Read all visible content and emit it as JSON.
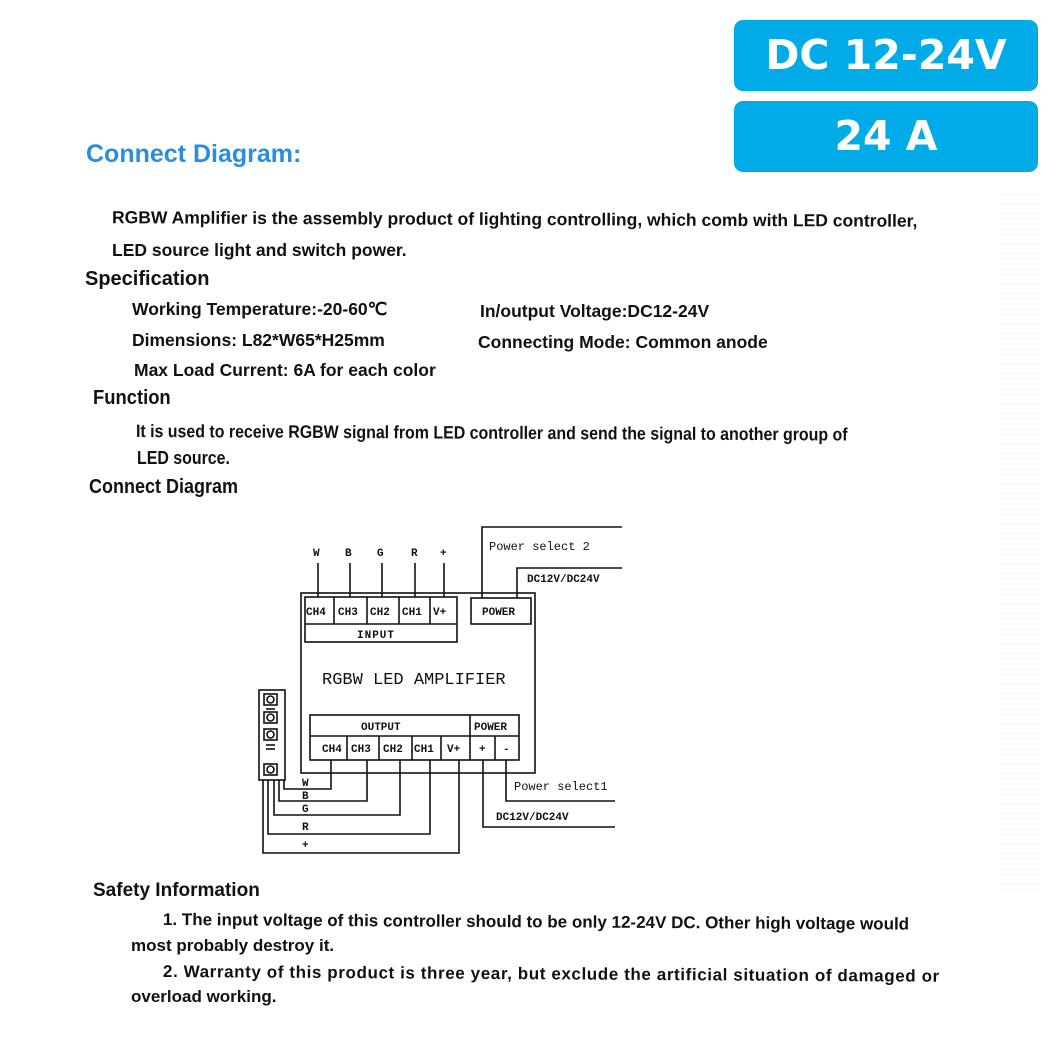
{
  "badges": {
    "voltage": "DC 12-24V",
    "current": "24 A",
    "color": "#00abe8"
  },
  "header": {
    "title": "Connect Diagram:",
    "title_color": "#2a8ee0"
  },
  "intro": {
    "line1": "RGBW Amplifier is the assembly product of lighting controlling, which comb with LED controller,",
    "line2": "LED source light and switch power."
  },
  "specification": {
    "heading": "Specification",
    "working_temperature": "Working Temperature:-20-60℃",
    "dimensions": "Dimensions: L82*W65*H25mm",
    "max_load_current": "Max Load Current: 6A for each color",
    "io_voltage": "In/output Voltage:DC12-24V",
    "connecting_mode": "Connecting Mode: Common anode"
  },
  "function": {
    "heading": "Function",
    "line1": "It is used to receive RGBW signal from LED controller and send the signal to another group of",
    "line2": "LED source."
  },
  "connect_diagram": {
    "heading": "Connect Diagram",
    "device_name": "RGBW LED AMPLIFIER",
    "input": {
      "label": "INPUT",
      "terminals": [
        "CH4",
        "CH3",
        "CH2",
        "CH1",
        "V+"
      ],
      "wire_labels": [
        "W",
        "B",
        "G",
        "R",
        "+"
      ]
    },
    "input_power": {
      "label": "POWER",
      "note1": "Power select 2",
      "note2": "DC12V/DC24V"
    },
    "output": {
      "label": "OUTPUT",
      "terminals": [
        "CH4",
        "CH3",
        "CH2",
        "CH1",
        "V+"
      ],
      "wire_labels": [
        "W",
        "B",
        "G",
        "R",
        "+"
      ]
    },
    "output_power": {
      "label": "POWER",
      "terminals": [
        "+",
        "-"
      ],
      "note1": "Power select1",
      "note2": "DC12V/DC24V"
    }
  },
  "safety": {
    "heading": "Safety Information",
    "item1_line1": "1. The input voltage of this controller should to be only 12-24V DC. Other high voltage would",
    "item1_line2": "most probably destroy it.",
    "item2_line1": "2. Warranty of this product is three year, but exclude the artificial situation of damaged or",
    "item2_line2": "overload working."
  }
}
